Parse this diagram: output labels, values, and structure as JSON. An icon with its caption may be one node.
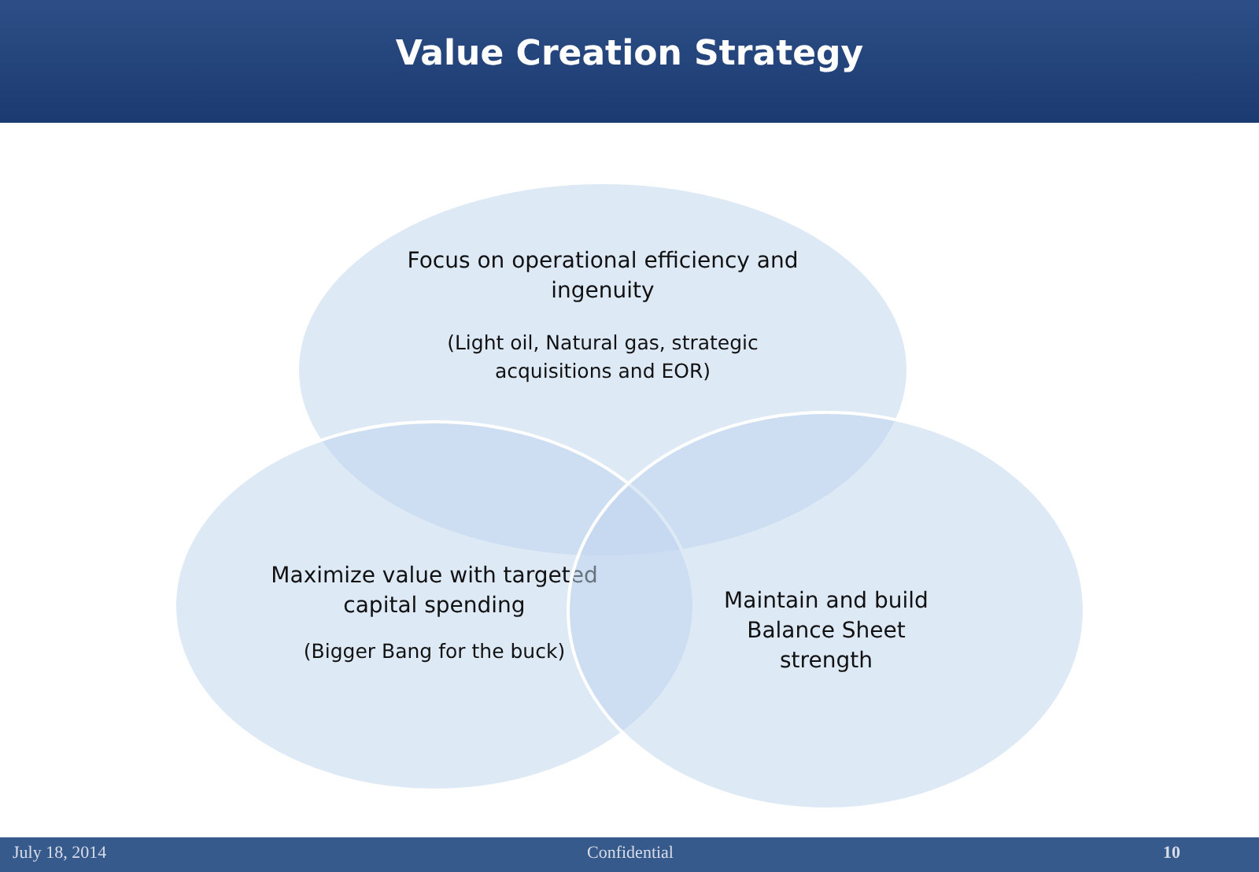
{
  "diagram": {
    "title": "Value Creation Strategy",
    "nodes": [
      {
        "text": [
          "Focus on operational efficiency and ingenuity",
          "(Light oil, Natural gas, strategic acquisitions and EOR)"
        ]
      },
      {
        "text": [
          "Maximize value with targeted capital spending",
          "(Bigger Bang for the buck)"
        ]
      },
      {
        "text": [
          "Maintain and build Balance Sheet strength"
        ]
      }
    ],
    "labels": [
      "July 18, 2014",
      "Confidential",
      "10"
    ]
  }
}
